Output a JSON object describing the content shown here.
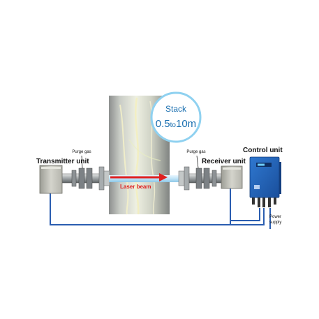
{
  "labels": {
    "stack_title": "Stack",
    "stack_range_a": "0.5",
    "stack_range_to": "to",
    "stack_range_b": "10m",
    "transmitter": "Transmitter unit",
    "receiver": "Receiver unit",
    "control": "Control unit",
    "purge_left": "Purge gas",
    "purge_right": "Purge gas",
    "laser": "Laser beam",
    "power_line1": "Power",
    "power_line2": "supply"
  },
  "colors": {
    "cable": "#2a5db0",
    "laser": "#e02020",
    "callout_ring": "#8fd1f0",
    "callout_text": "#1a6fb0",
    "control_body": "#1e5fb8"
  }
}
